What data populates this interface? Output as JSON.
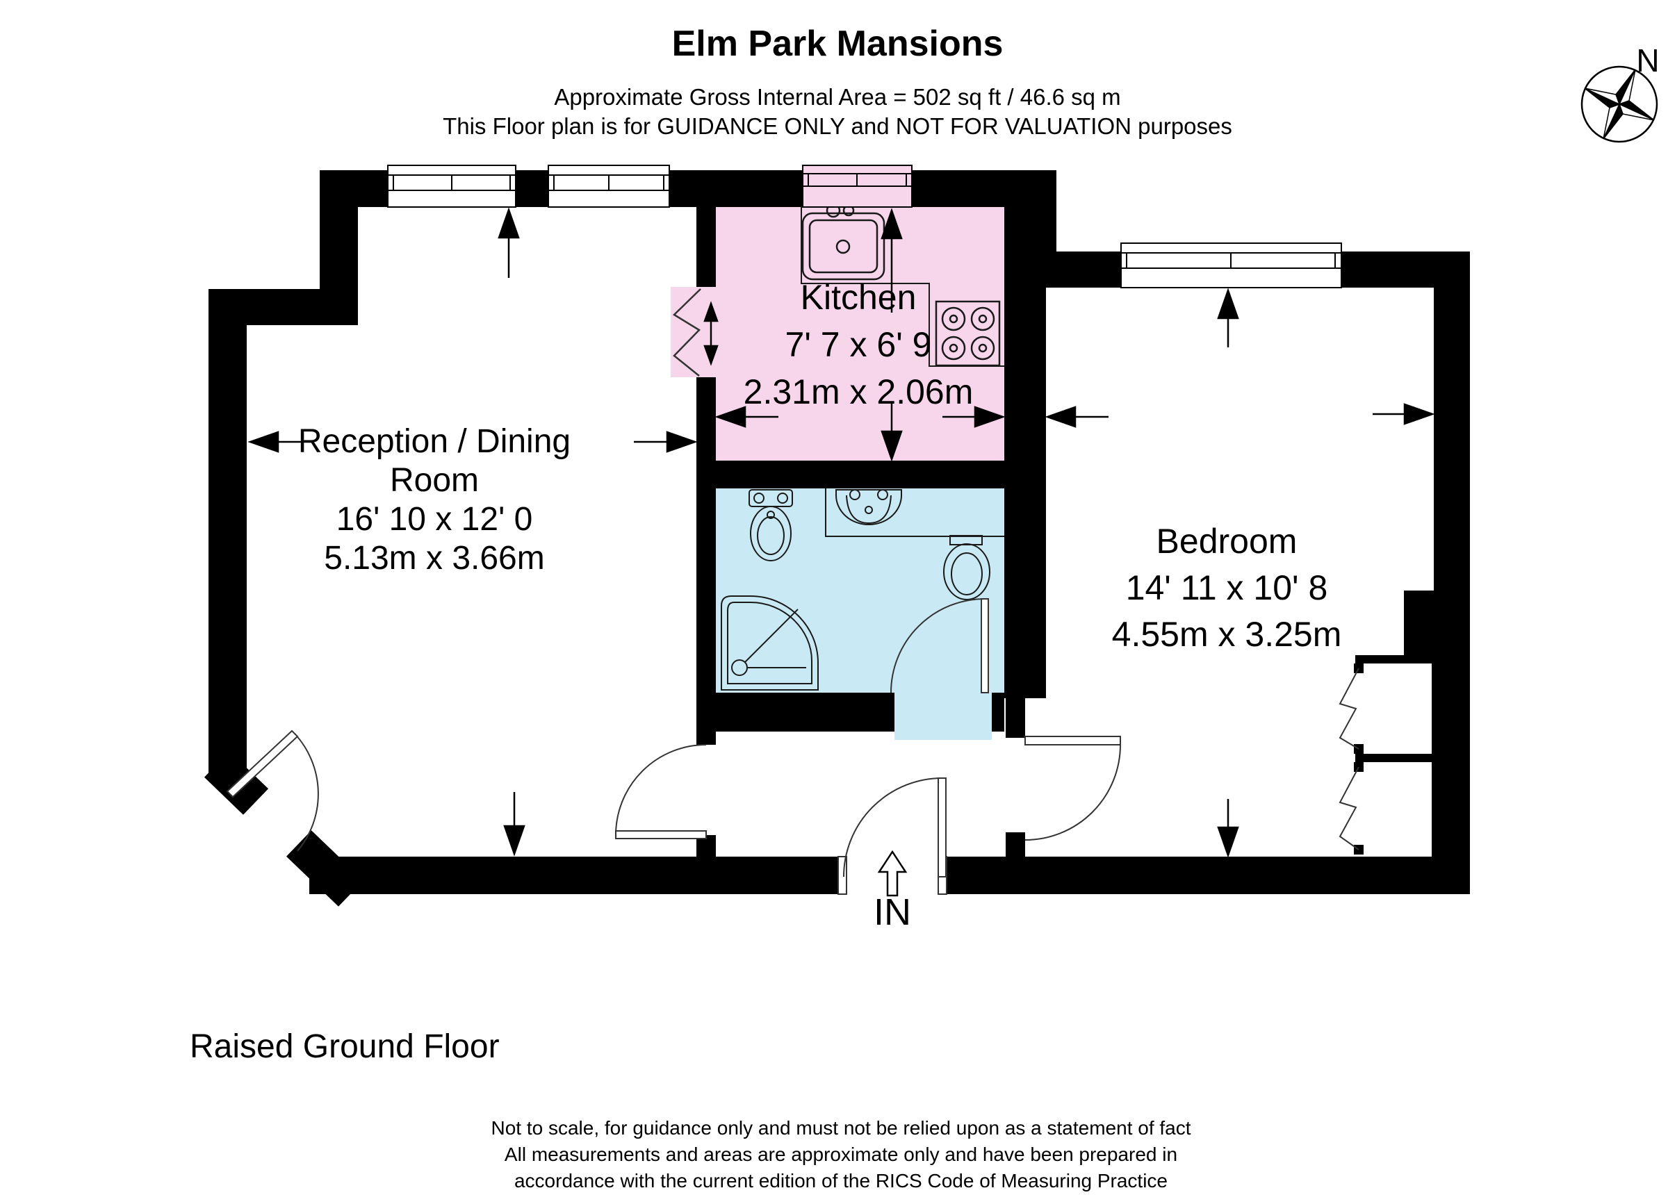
{
  "header": {
    "title": "Elm Park Mansions",
    "area_line": "Approximate Gross Internal Area = 502 sq ft / 46.6 sq m",
    "guidance_line": "This Floor plan is for GUIDANCE ONLY and NOT FOR VALUATION purposes"
  },
  "compass": {
    "north_label": "N"
  },
  "rooms": {
    "reception": {
      "name_line1": "Reception / Dining",
      "name_line2": "Room",
      "dims_imperial": "16' 10 x 12' 0",
      "dims_metric": "5.13m x 3.66m"
    },
    "kitchen": {
      "name": "Kitchen",
      "dims_imperial": "7' 7 x 6' 9",
      "dims_metric": "2.31m x 2.06m"
    },
    "bedroom": {
      "name": "Bedroom",
      "dims_imperial": "14' 11 x 10' 8",
      "dims_metric": "4.55m x 3.25m"
    }
  },
  "entrance": {
    "label": "IN"
  },
  "floor_label": "Raised Ground Floor",
  "footer": {
    "line1": "Not to scale, for guidance only and must not be relied upon as a statement of fact",
    "line2": "All measurements and areas are approximate only and have been prepared in",
    "line3": "accordance with the current edition of the RICS Code of Measuring Practice"
  },
  "colors": {
    "kitchen_fill": "#f7d6ec",
    "bathroom_fill": "#c9eaf5",
    "wall": "#000000"
  }
}
